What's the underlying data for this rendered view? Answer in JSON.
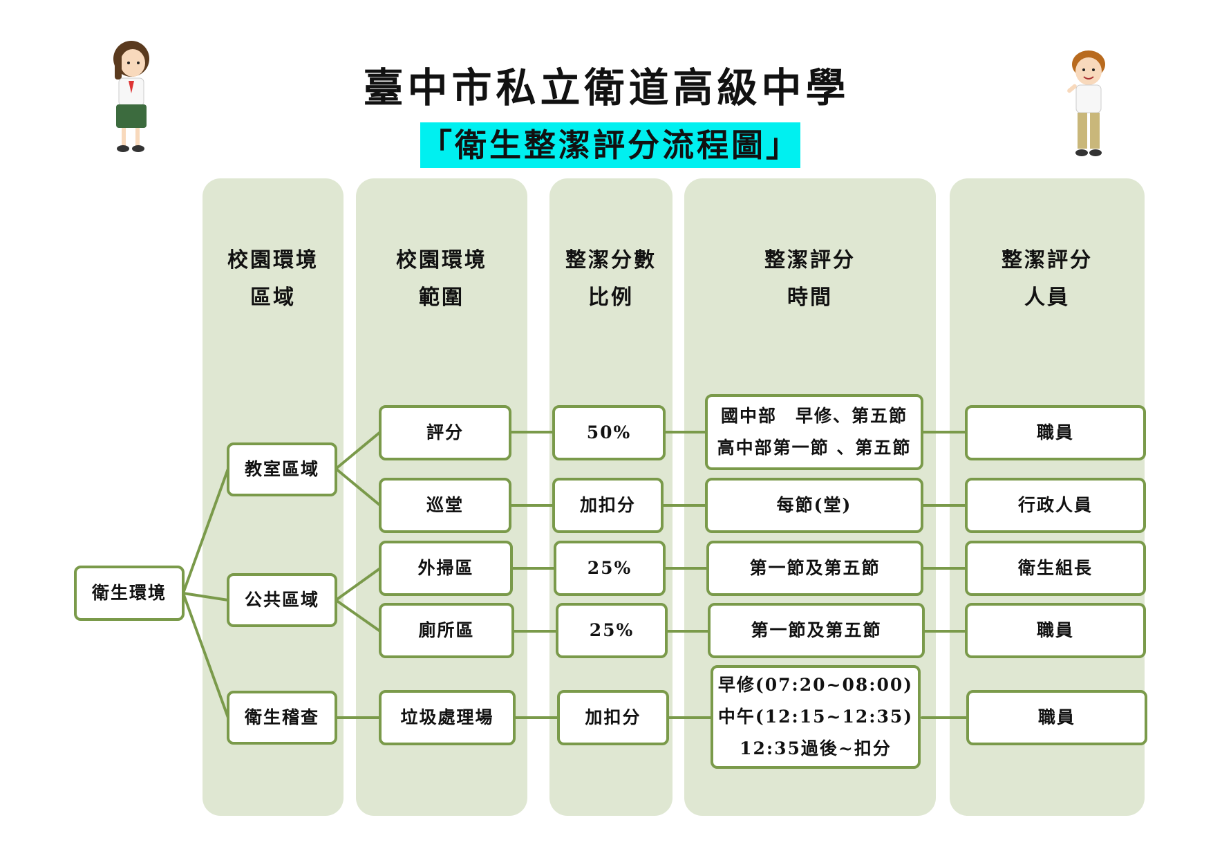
{
  "header": {
    "title": "臺中市私立衛道高級中學",
    "subtitle": "「衛生整潔評分流程圖」"
  },
  "colors": {
    "accent_highlight": "#00f0f0",
    "column_bg": "#dfe7d2",
    "node_border": "#7a9a4a",
    "connector": "#7a9a4a"
  },
  "columns": [
    {
      "line1": "校園環境",
      "line2": "區域"
    },
    {
      "line1": "校園環境",
      "line2": "範圍"
    },
    {
      "line1": "整潔分數",
      "line2": "比例"
    },
    {
      "line1": "整潔評分",
      "line2": "時間"
    },
    {
      "line1": "整潔評分",
      "line2": "人員"
    }
  ],
  "root": {
    "label": "衛生環境"
  },
  "areas": [
    {
      "label": "教室區域"
    },
    {
      "label": "公共區域"
    },
    {
      "label": "衛生稽查"
    }
  ],
  "rows": [
    {
      "scope": "評分",
      "ratio": "50%",
      "time_lines": [
        "國中部　早修、第五節",
        "高中部第一節 、第五節"
      ],
      "staff": "職員"
    },
    {
      "scope": "巡堂",
      "ratio": "加扣分",
      "time_lines": [
        "每節(堂)"
      ],
      "staff": "行政人員"
    },
    {
      "scope": "外掃區",
      "ratio": "25%",
      "time_lines": [
        "第一節及第五節"
      ],
      "staff": "衛生組長"
    },
    {
      "scope": "廁所區",
      "ratio": "25%",
      "time_lines": [
        "第一節及第五節"
      ],
      "staff": "職員"
    },
    {
      "scope": "垃圾處理場",
      "ratio": "加扣分",
      "time_lines": [
        "早修(07:20~08:00)",
        "中午(12:15~12:35)",
        "12:35過後~扣分"
      ],
      "staff": "職員"
    }
  ],
  "illustrations": [
    {
      "name": "girl-student-icon"
    },
    {
      "name": "boy-student-icon"
    }
  ]
}
